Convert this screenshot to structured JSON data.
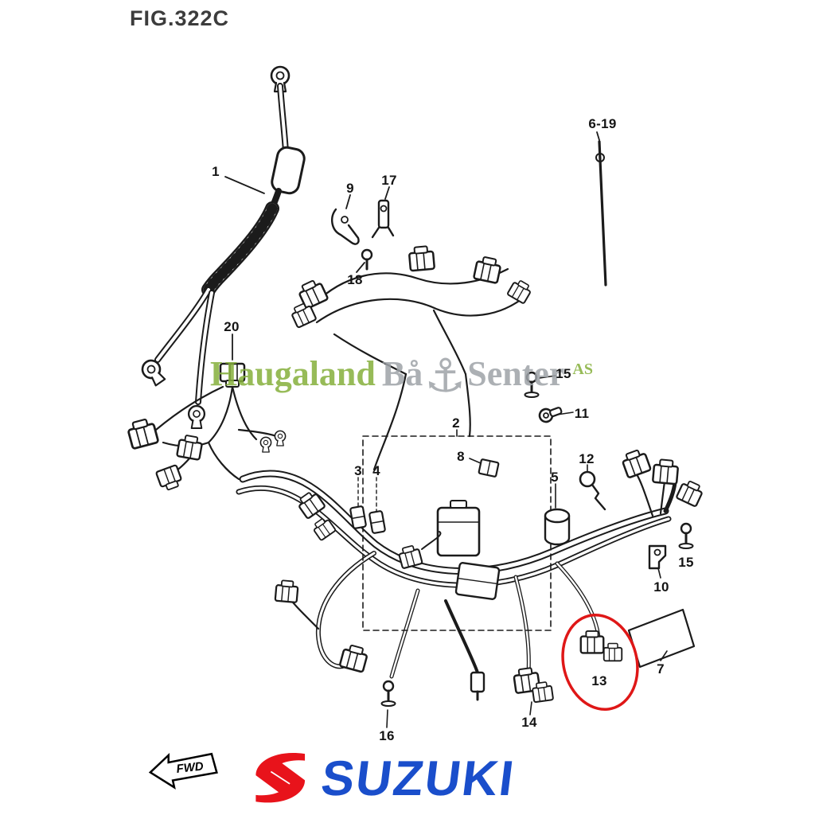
{
  "figure": {
    "label": "FIG.322C"
  },
  "callouts": [
    {
      "label": "1"
    },
    {
      "label": "9"
    },
    {
      "label": "17"
    },
    {
      "label": "18"
    },
    {
      "label": "6-19"
    },
    {
      "label": "20"
    },
    {
      "label": "15"
    },
    {
      "label": "11"
    },
    {
      "label": "2"
    },
    {
      "label": "8"
    },
    {
      "label": "3"
    },
    {
      "label": "4"
    },
    {
      "label": "5"
    },
    {
      "label": "12"
    },
    {
      "label": "15"
    },
    {
      "label": "10"
    },
    {
      "label": "7"
    },
    {
      "label": "13"
    },
    {
      "label": "14"
    },
    {
      "label": "16"
    }
  ],
  "highlight": {
    "part": "13",
    "color": "#df1717"
  },
  "watermark": {
    "word1": "Haugaland",
    "word2": "Bå",
    "anchor_icon": "⚓",
    "word3": "Senter",
    "suffix": "AS",
    "green": "#86b03c",
    "gray": "#9ea3a8"
  },
  "fwd_label": "FWD",
  "brand": {
    "name": "SUZUKI",
    "blue": "#1a4ecb",
    "red": "#e8131b"
  },
  "line_color": "#1b1b1b"
}
